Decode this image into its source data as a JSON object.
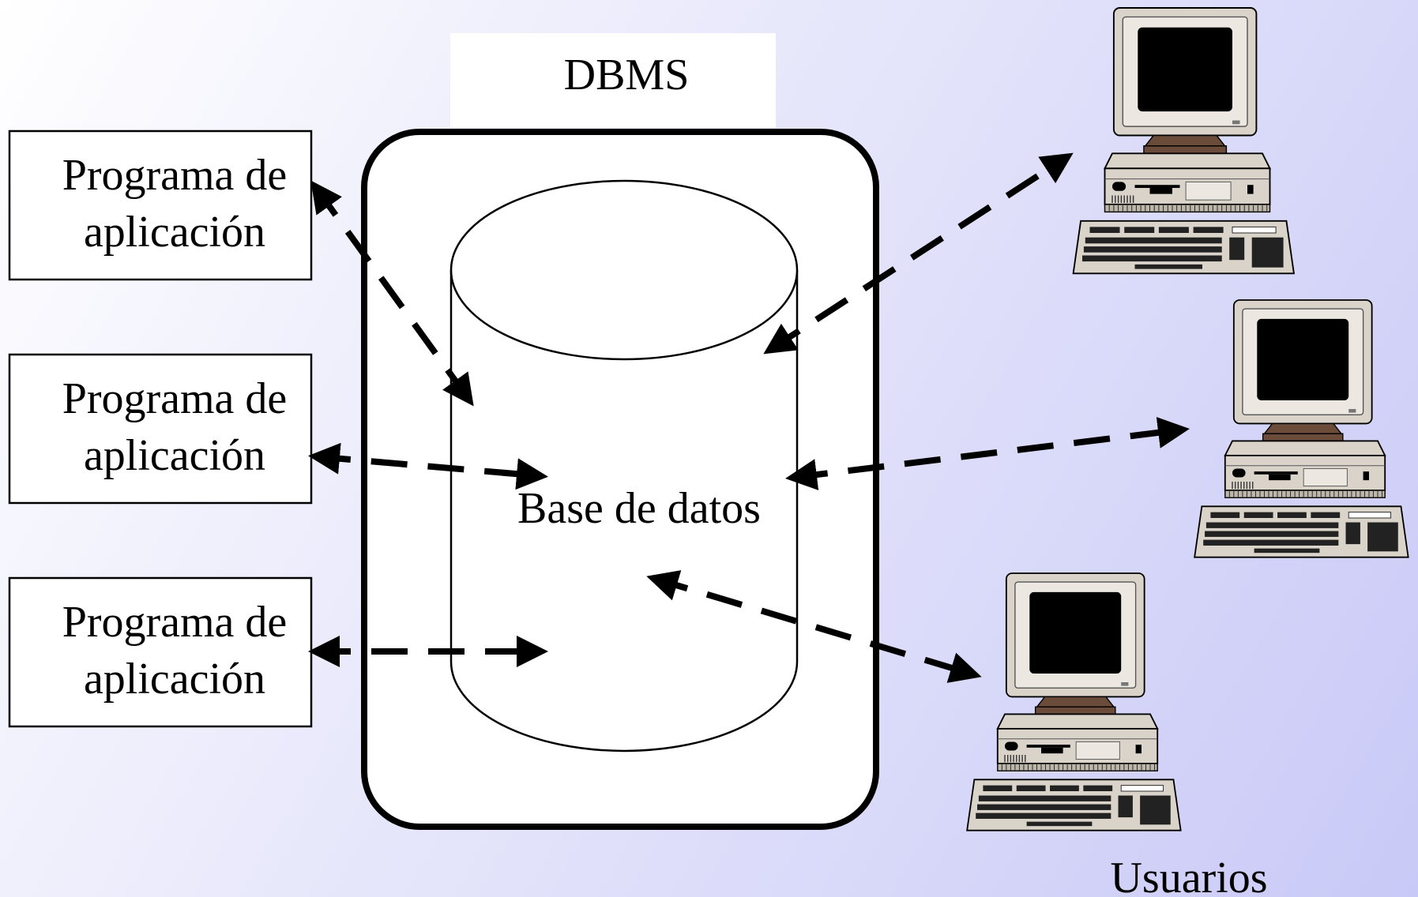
{
  "dbms": {
    "title": "DBMS"
  },
  "database": {
    "label": "Base de datos"
  },
  "programs": [
    {
      "line1": "Programa de",
      "line2": "aplicación"
    },
    {
      "line1": "Programa de",
      "line2": "aplicación"
    },
    {
      "line1": "Programa de",
      "line2": "aplicación"
    }
  ],
  "users": {
    "label": "Usuarios",
    "count": 3
  },
  "icons": {
    "cylinder": "database-cylinder-icon",
    "computer": "desktop-computer-icon"
  },
  "colors": {
    "background_start": "#ffffff",
    "background_end": "#c9c9f7",
    "stroke": "#000000",
    "computer_body": "#d9d3c9",
    "computer_stand": "#6b4c3b",
    "screen": "#000000"
  }
}
